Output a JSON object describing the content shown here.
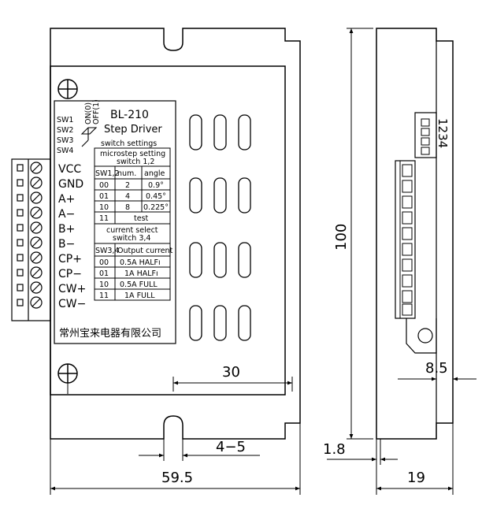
{
  "front_view": {
    "switch_labels": [
      "SW1",
      "SW2",
      "SW3",
      "SW4"
    ],
    "switch_states": [
      "OFF(1)",
      "ON(0)"
    ],
    "model": "BL-210",
    "product": "Step Driver",
    "switch_settings_label": "switch settings",
    "microstep_title_1": "microstep setting",
    "microstep_title_2": "switch 1,2",
    "microstep_headers": [
      "SW1,2",
      "num.",
      "angle"
    ],
    "microstep_rows": [
      [
        "00",
        "2",
        "0.9°"
      ],
      [
        "01",
        "4",
        "0.45°"
      ],
      [
        "10",
        "8",
        "0.225°"
      ]
    ],
    "test_row": [
      "11",
      "test"
    ],
    "current_title_1": "current select",
    "current_title_2": "switch 3,4",
    "current_headers": [
      "SW3,4",
      "Output current"
    ],
    "current_rows": [
      [
        "00",
        "0.5A HALFı"
      ],
      [
        "01",
        "1A HALFı"
      ],
      [
        "10",
        "0.5A FULL"
      ],
      [
        "11",
        "1A FULL"
      ]
    ],
    "terminal_labels": [
      "VCC",
      "GND",
      "A+",
      "A−",
      "B+",
      "B−",
      "CP+",
      "CP−",
      "CW+",
      "CW−"
    ],
    "company": "常州宝来电器有限公司"
  },
  "side_view": {
    "dip_numbers": "1234"
  },
  "dimensions": {
    "hole_spacing": "30",
    "slot_width": "4−5",
    "overall_width": "59.5",
    "height": "100",
    "flange_thickness": "1.8",
    "side_width": "19",
    "connector_depth": "8.5"
  }
}
